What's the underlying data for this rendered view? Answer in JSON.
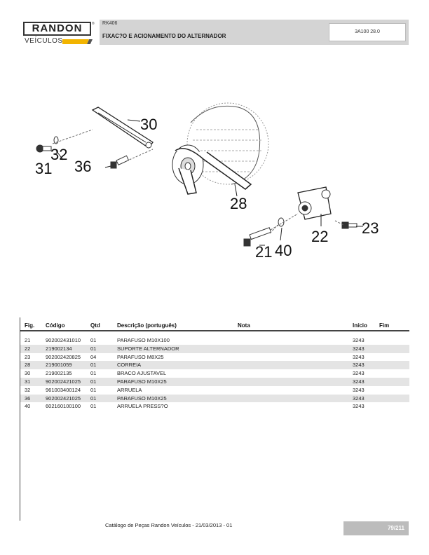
{
  "brand": {
    "name": "RANDON",
    "sub": "VEÍCULOS",
    "accent": "#f2b400"
  },
  "header": {
    "code": "RK406",
    "title": "FIXAC?O E ACIONAMENTO DO ALTERNADOR",
    "ref": "3A100 28.0"
  },
  "callouts": {
    "c30": "30",
    "c32": "32",
    "c31": "31",
    "c36": "36",
    "c28": "28",
    "c23": "23",
    "c22": "22",
    "c21": "21",
    "c40": "40"
  },
  "table": {
    "headers": {
      "fig": "Fig.",
      "codigo": "Código",
      "qtd": "Qtd",
      "desc": "Descrição (português)",
      "nota": "Nota",
      "inicio": "Início",
      "fim": "Fim"
    },
    "rows": [
      {
        "fig": "21",
        "codigo": "902002431010",
        "qtd": "01",
        "desc": "PARAFUSO M10X100",
        "inicio": "3243"
      },
      {
        "fig": "22",
        "codigo": "219002134",
        "qtd": "01",
        "desc": "SUPORTE ALTERNADOR",
        "inicio": "3243"
      },
      {
        "fig": "23",
        "codigo": "902002420825",
        "qtd": "04",
        "desc": "PARAFUSO M8X25",
        "inicio": "3243"
      },
      {
        "fig": "28",
        "codigo": "219001059",
        "qtd": "01",
        "desc": "CORREIA",
        "inicio": "3243"
      },
      {
        "fig": "30",
        "codigo": "219002135",
        "qtd": "01",
        "desc": "BRACO AJUSTAVEL",
        "inicio": "3243"
      },
      {
        "fig": "31",
        "codigo": "902002421025",
        "qtd": "01",
        "desc": "PARAFUSO M10X25",
        "inicio": "3243"
      },
      {
        "fig": "32",
        "codigo": "961003400124",
        "qtd": "01",
        "desc": "ARRUELA",
        "inicio": "3243"
      },
      {
        "fig": "36",
        "codigo": "902002421025",
        "qtd": "01",
        "desc": "PARAFUSO M10X25",
        "inicio": "3243"
      },
      {
        "fig": "40",
        "codigo": "602160100100",
        "qtd": "01",
        "desc": "ARRUELA PRESS?O",
        "inicio": "3243"
      }
    ]
  },
  "footer": {
    "text": "Catálogo de Peças Randon Veículos - 21/03/2013 - 01",
    "page": "79/211"
  }
}
